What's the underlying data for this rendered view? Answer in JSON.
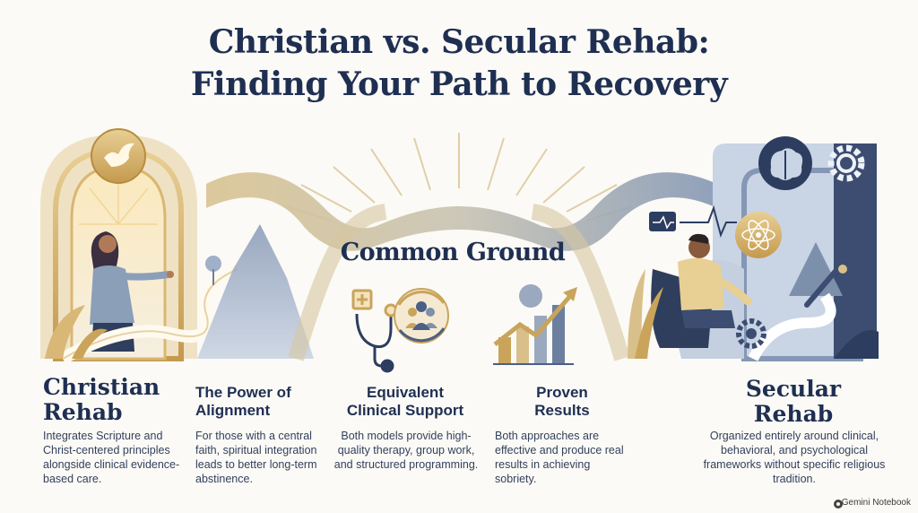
{
  "title": {
    "line1": "Christian vs. Secular Rehab:",
    "line2": "Finding Your Path to Recovery"
  },
  "common_ground": "Common Ground",
  "columns": {
    "christian": {
      "heading_line1": "Christian",
      "heading_line2": "Rehab",
      "body": "Integrates Scripture and Christ-centered principles alongside clinical evidence-based care."
    },
    "power": {
      "heading_line1": "The Power of",
      "heading_line2": "Alignment",
      "body": "For those with a central faith, spiritual integration leads to better long-term abstinence."
    },
    "equivalent": {
      "heading_line1": "Equivalent",
      "heading_line2": "Clinical Support",
      "body": "Both models provide high-quality therapy, group work, and structured programming."
    },
    "proven": {
      "heading_line1": "Proven",
      "heading_line2": "Results",
      "body": "Both approaches are effective and produce real results in achieving sobriety."
    },
    "secular": {
      "heading_line1": "Secular",
      "heading_line2": "Rehab",
      "body": "Organized entirely around clinical, behavioral, and psychological frameworks without specific religious tradition."
    }
  },
  "badge": "Gemini Notebook",
  "icons": [
    "dove-icon",
    "brain-icon",
    "gear-icon",
    "atom-icon",
    "stethoscope-icon",
    "group-icon",
    "growth-chart-icon",
    "pen-icon",
    "heartbeat-icon"
  ],
  "colors": {
    "navy": "#1f2f52",
    "gold": "#c9a45a",
    "slate": "#7d90ab",
    "light_blue": "#c9d4e4"
  }
}
